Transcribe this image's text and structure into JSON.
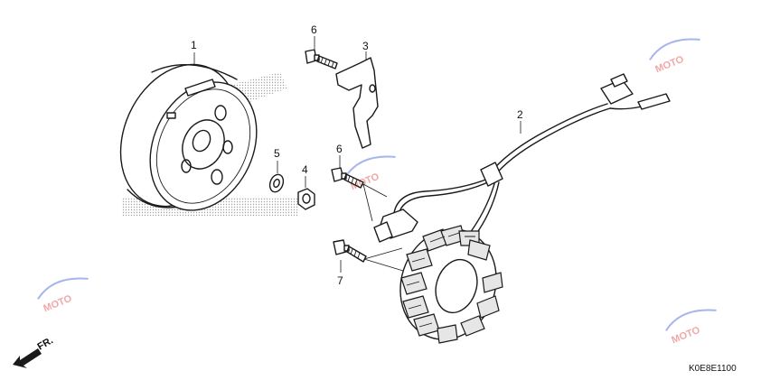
{
  "callouts": {
    "p1": "1",
    "p2": "2",
    "p3": "3",
    "p4": "4",
    "p5": "5",
    "p6a": "6",
    "p6b": "6",
    "p7": "7"
  },
  "diagram_code": "K0E8E1100",
  "direction_label": "FR.",
  "watermark": {
    "text": "MOTO",
    "colors": [
      "#3b5bd6",
      "#e23b3b"
    ]
  },
  "colors": {
    "line": "#1a1a1a",
    "logo_dots": "#9a9a9a"
  }
}
